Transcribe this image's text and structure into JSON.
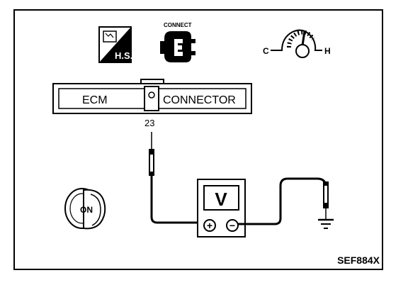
{
  "icons": {
    "hs_label": "H.S.",
    "connect_label": "CONNECT",
    "gauge_cold": "C",
    "gauge_hot": "H"
  },
  "connector": {
    "left_label": "ECM",
    "right_label": "CONNECTOR",
    "terminal": "23"
  },
  "ignition": {
    "key_label": "ON"
  },
  "meter": {
    "symbol": "V",
    "plus": "+",
    "minus": "−"
  },
  "figure_id": "SEF884X"
}
